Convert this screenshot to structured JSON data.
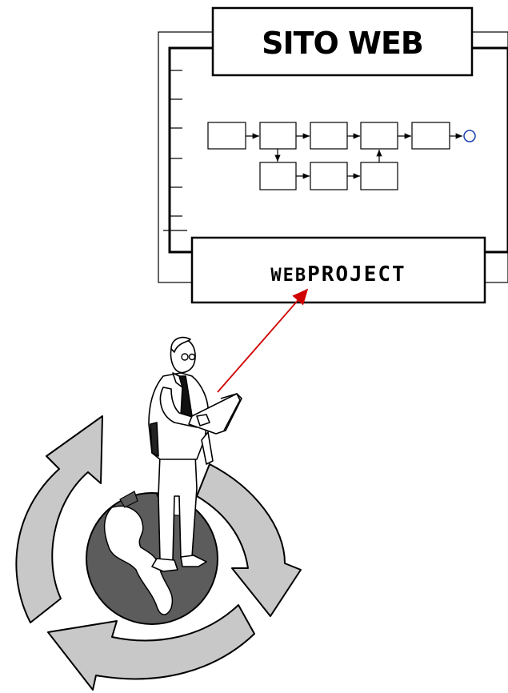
{
  "site_title": "SITO WEB",
  "logo": {
    "prefix": "WEB",
    "suffix": "PROJECT",
    "full_text": "WEBPROJECT"
  },
  "colors": {
    "ink": "#000000",
    "arrow": "#d00000",
    "end_node": "#1a3fb0",
    "cycle_arrows": "#c8c8c8",
    "globe_ocean": "#5c5c5c",
    "continents": "#ffffff"
  },
  "flowchart": {
    "top_row_boxes": 5,
    "bottom_row_boxes": 3,
    "end_node": "circle"
  },
  "illustration": {
    "figure": "businessman-with-laptop",
    "globe": "earth-globe",
    "cycle": "three-circular-arrows"
  }
}
